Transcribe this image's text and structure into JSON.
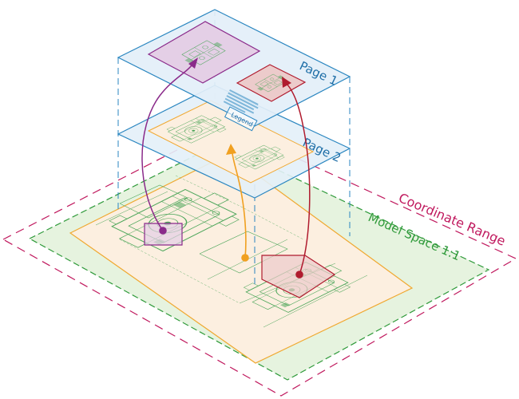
{
  "labels": {
    "page1": "Page 1",
    "page2": "Page 2",
    "model_space": "Model Space 1:1",
    "coordinate_range": "Coordinate Range",
    "legend": "Legend"
  },
  "colors": {
    "range": "#c0195e",
    "model": "#2f9a3a",
    "model_fill": "#e6f3df",
    "drawing_fill": "#fcefe0",
    "drawing_border": "#f0a830",
    "page_stroke": "#2a86c0",
    "page_fill": "#e3eff8",
    "purple": "#8a2a8a",
    "purple_fill": "#e4cfe6",
    "red": "#b01b2e",
    "red_fill": "#eccbcb",
    "orange": "#f0a020",
    "cad": "#4ca65a"
  },
  "icons": {
    "purple_marker": "dot-icon",
    "orange_marker": "dot-icon",
    "red_marker": "dot-icon"
  }
}
